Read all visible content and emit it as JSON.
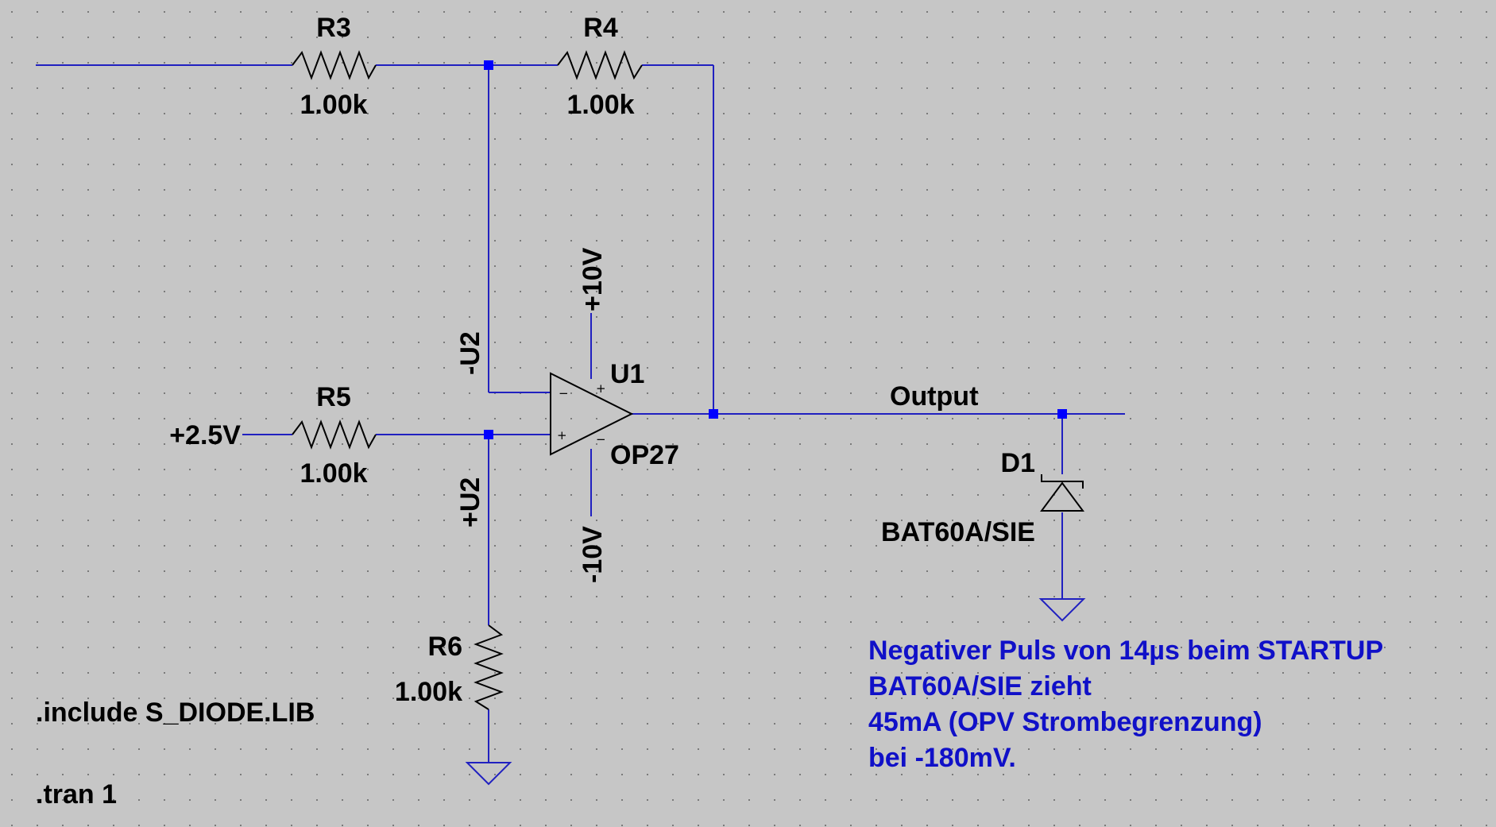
{
  "components": {
    "r3": {
      "name": "R3",
      "value": "1.00k"
    },
    "r4": {
      "name": "R4",
      "value": "1.00k"
    },
    "r5": {
      "name": "R5",
      "value": "1.00k"
    },
    "r6": {
      "name": "R6",
      "value": "1.00k"
    },
    "u1": {
      "name": "U1",
      "model": "OP27",
      "pin_minus": "−",
      "pin_plus": "+",
      "supply_plus_pin": "+",
      "supply_minus_pin": "−"
    },
    "d1": {
      "name": "D1",
      "model": "BAT60A/SIE"
    }
  },
  "nets": {
    "vpos": "+10V",
    "vneg": "-10V",
    "inverting": "-U2",
    "noninverting": "+U2",
    "output": "Output",
    "source": "+2.5V"
  },
  "directives": {
    "include": ".include S_DIODE.LIB",
    "tran": ".tran 1"
  },
  "comment": {
    "lines": [
      "Negativer Puls von 14µs beim STARTUP",
      "BAT60A/SIE zieht",
      "45mA (OPV Strombegrenzung)",
      "bei -180mV."
    ]
  },
  "colors": {
    "background": "#c6c6c6",
    "wire": "#2020c0",
    "junction": "#0000ff",
    "comment_text": "#1010c8",
    "label_text": "#000000"
  }
}
